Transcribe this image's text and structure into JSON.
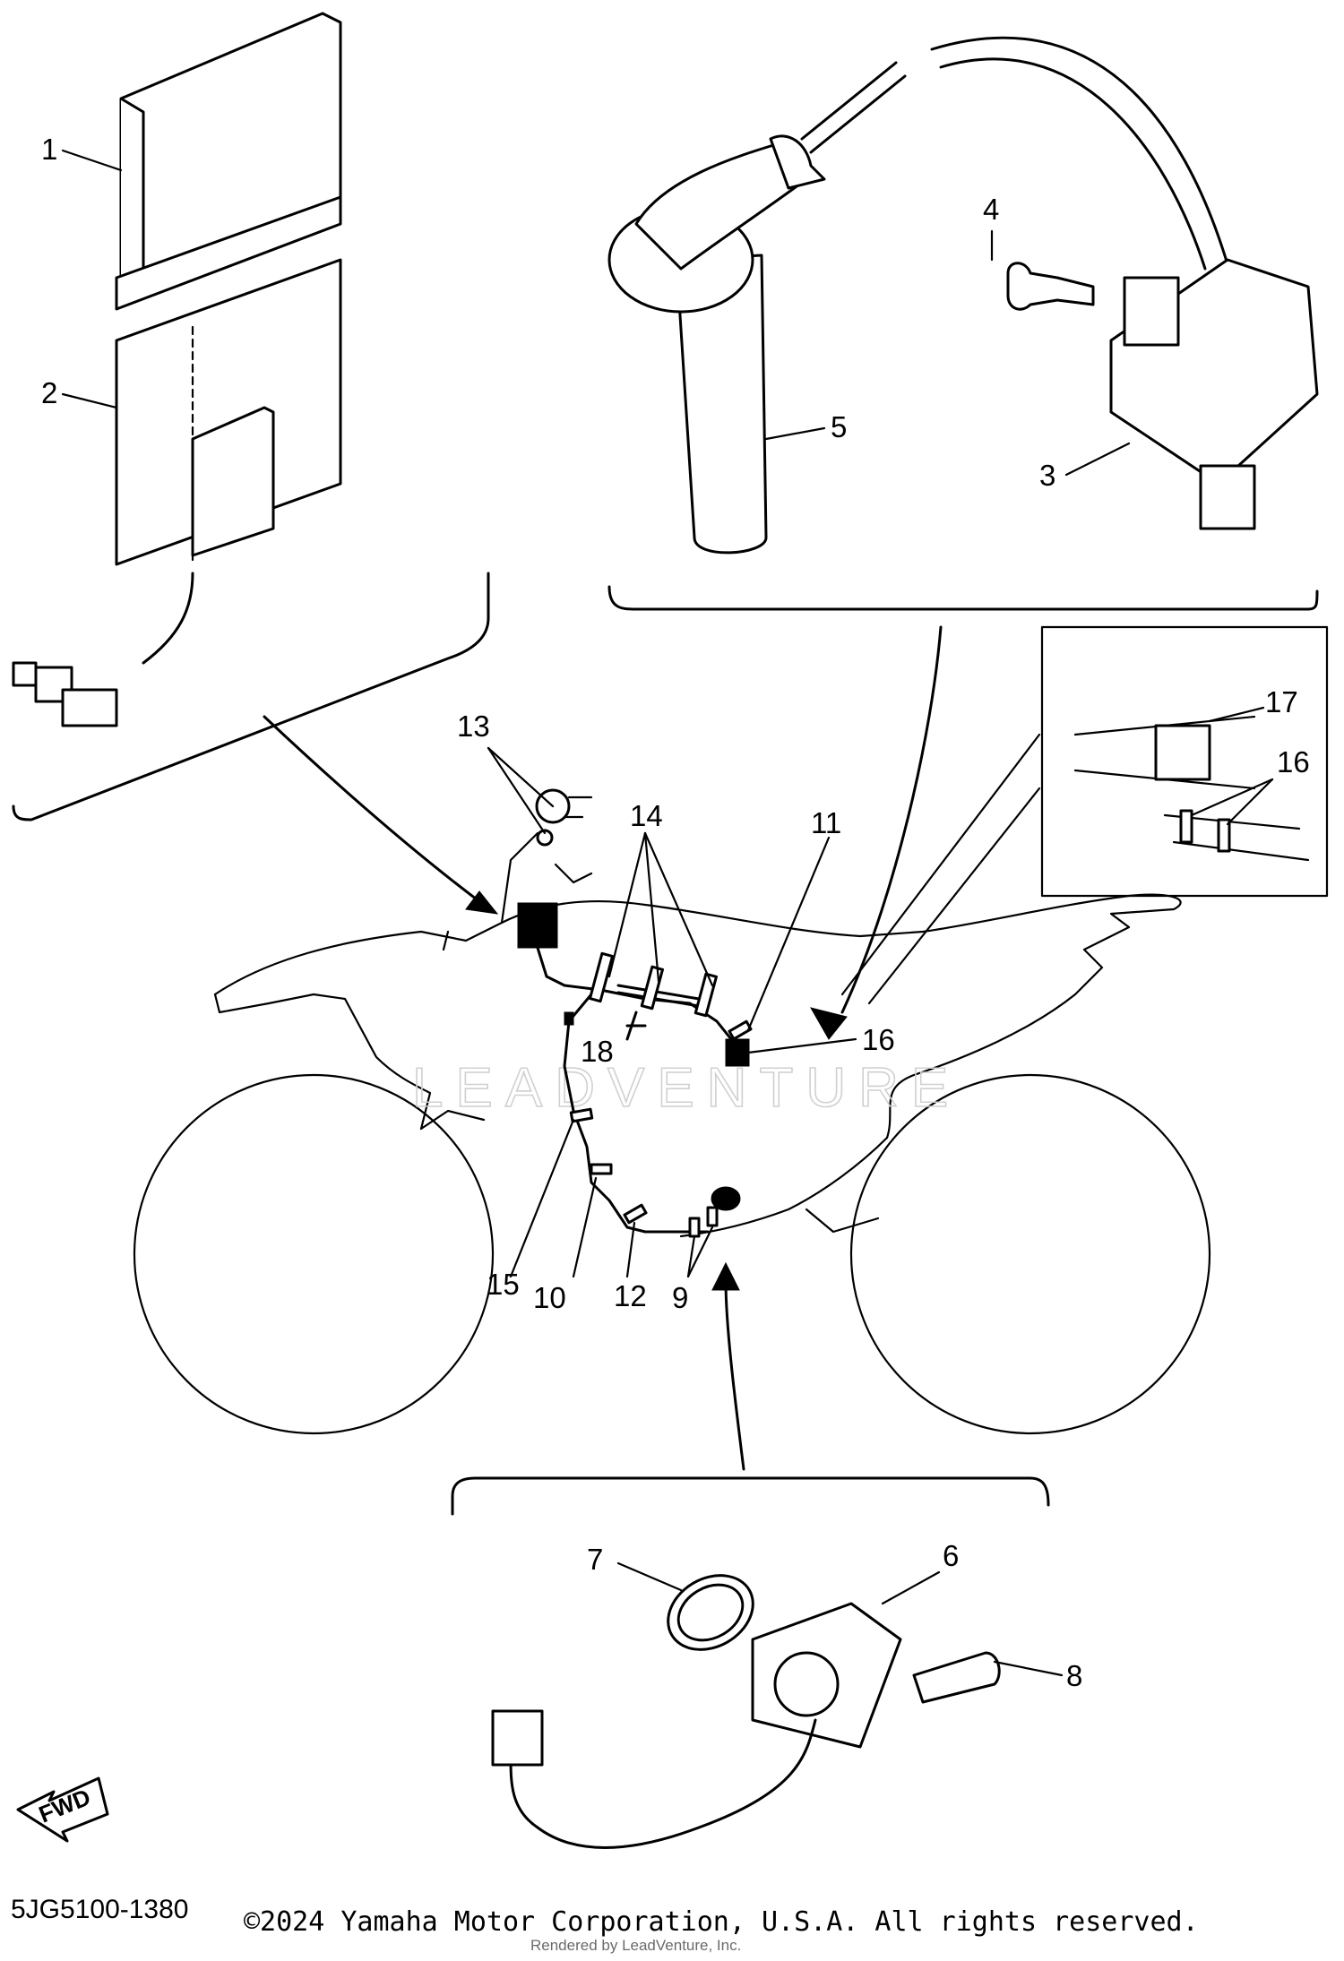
{
  "diagram": {
    "callouts": [
      "1",
      "2",
      "3",
      "4",
      "5",
      "6",
      "7",
      "8",
      "9",
      "10",
      "11",
      "12",
      "13",
      "14",
      "15",
      "16",
      "17",
      "16",
      "18"
    ],
    "fwd_label": "FWD",
    "watermark": "LEADVENTURE",
    "diagram_code": "5JG5100-1380",
    "copyright": "©2024 Yamaha Motor Corporation, U.S.A. All rights reserved.",
    "rendered_by": "Rendered by LeadVenture, Inc."
  }
}
